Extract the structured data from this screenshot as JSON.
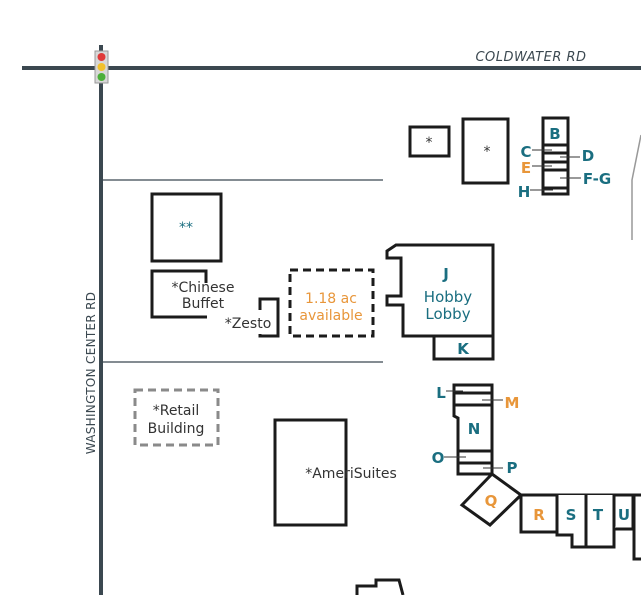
{
  "colors": {
    "teal": "#1a6e80",
    "orange": "#e8963a",
    "road": "#3b4850",
    "dashed_gray": "#8a8a8a"
  },
  "roads": {
    "north": "COLDWATER RD",
    "west": "WASHINGTON CENTER RD"
  },
  "icons": {
    "traffic_light": "traffic-light-icon"
  },
  "parcels": {
    "outlot_small": "*",
    "outlot_large": "*",
    "outlot_double": "**",
    "chinese_buffet": [
      "*Chinese",
      "Buffet"
    ],
    "zesto": "*Zesto",
    "available": [
      "1.18 ac",
      "available"
    ],
    "hobby_lobby": {
      "unit": "J",
      "name": [
        "Hobby",
        "Lobby"
      ]
    },
    "retail_building": [
      "*Retail",
      "Building"
    ],
    "amerisuites": "*AmeriSuites"
  },
  "units": {
    "B": {
      "label": "B",
      "status": "teal"
    },
    "C": {
      "label": "C",
      "status": "teal"
    },
    "D": {
      "label": "D",
      "status": "teal"
    },
    "E": {
      "label": "E",
      "status": "orange"
    },
    "FG": {
      "label": "F-G",
      "status": "teal"
    },
    "H": {
      "label": "H",
      "status": "teal"
    },
    "K": {
      "label": "K",
      "status": "teal"
    },
    "L": {
      "label": "L",
      "status": "teal"
    },
    "M": {
      "label": "M",
      "status": "orange"
    },
    "N": {
      "label": "N",
      "status": "teal"
    },
    "O": {
      "label": "O",
      "status": "teal"
    },
    "P": {
      "label": "P",
      "status": "teal"
    },
    "Q": {
      "label": "Q",
      "status": "orange"
    },
    "R": {
      "label": "R",
      "status": "orange"
    },
    "S": {
      "label": "S",
      "status": "teal"
    },
    "T": {
      "label": "T",
      "status": "teal"
    },
    "U": {
      "label": "U",
      "status": "teal"
    }
  }
}
